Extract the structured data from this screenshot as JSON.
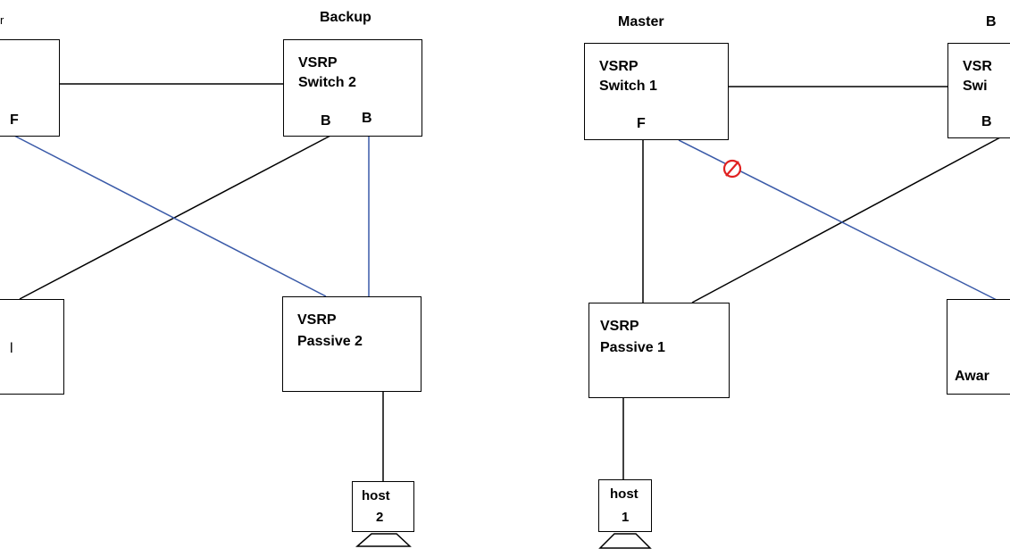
{
  "left_diagram": {
    "role_label": "Backup",
    "left_edge_top_label": "r",
    "left_edge_port": "F",
    "left_edge_bottom_label": "l",
    "switch2": {
      "line1": "VSRP",
      "line2": "Switch 2",
      "port_left": "B",
      "port_right": "B"
    },
    "passive2": {
      "line1": "VSRP",
      "line2": "Passive 2"
    },
    "host2": {
      "line1": "host",
      "line2": "2"
    }
  },
  "right_diagram": {
    "role_label_master": "Master",
    "role_label_right": "B",
    "switch1": {
      "line1": "VSRP",
      "line2": "Switch 1",
      "port": "F"
    },
    "right_edge_switch": {
      "line1": "VSR",
      "line2": "Swi",
      "port": "B"
    },
    "passive1": {
      "line1": "VSRP",
      "line2": "Passive 1"
    },
    "host1": {
      "line1": "host",
      "line2": "1"
    },
    "aware": {
      "line1": "Awar"
    },
    "blocked_symbol": "blocked-link-icon"
  },
  "colors": {
    "blue_link": "#3a5aa8",
    "black_link": "#000000",
    "red_mark": "#e02020"
  }
}
